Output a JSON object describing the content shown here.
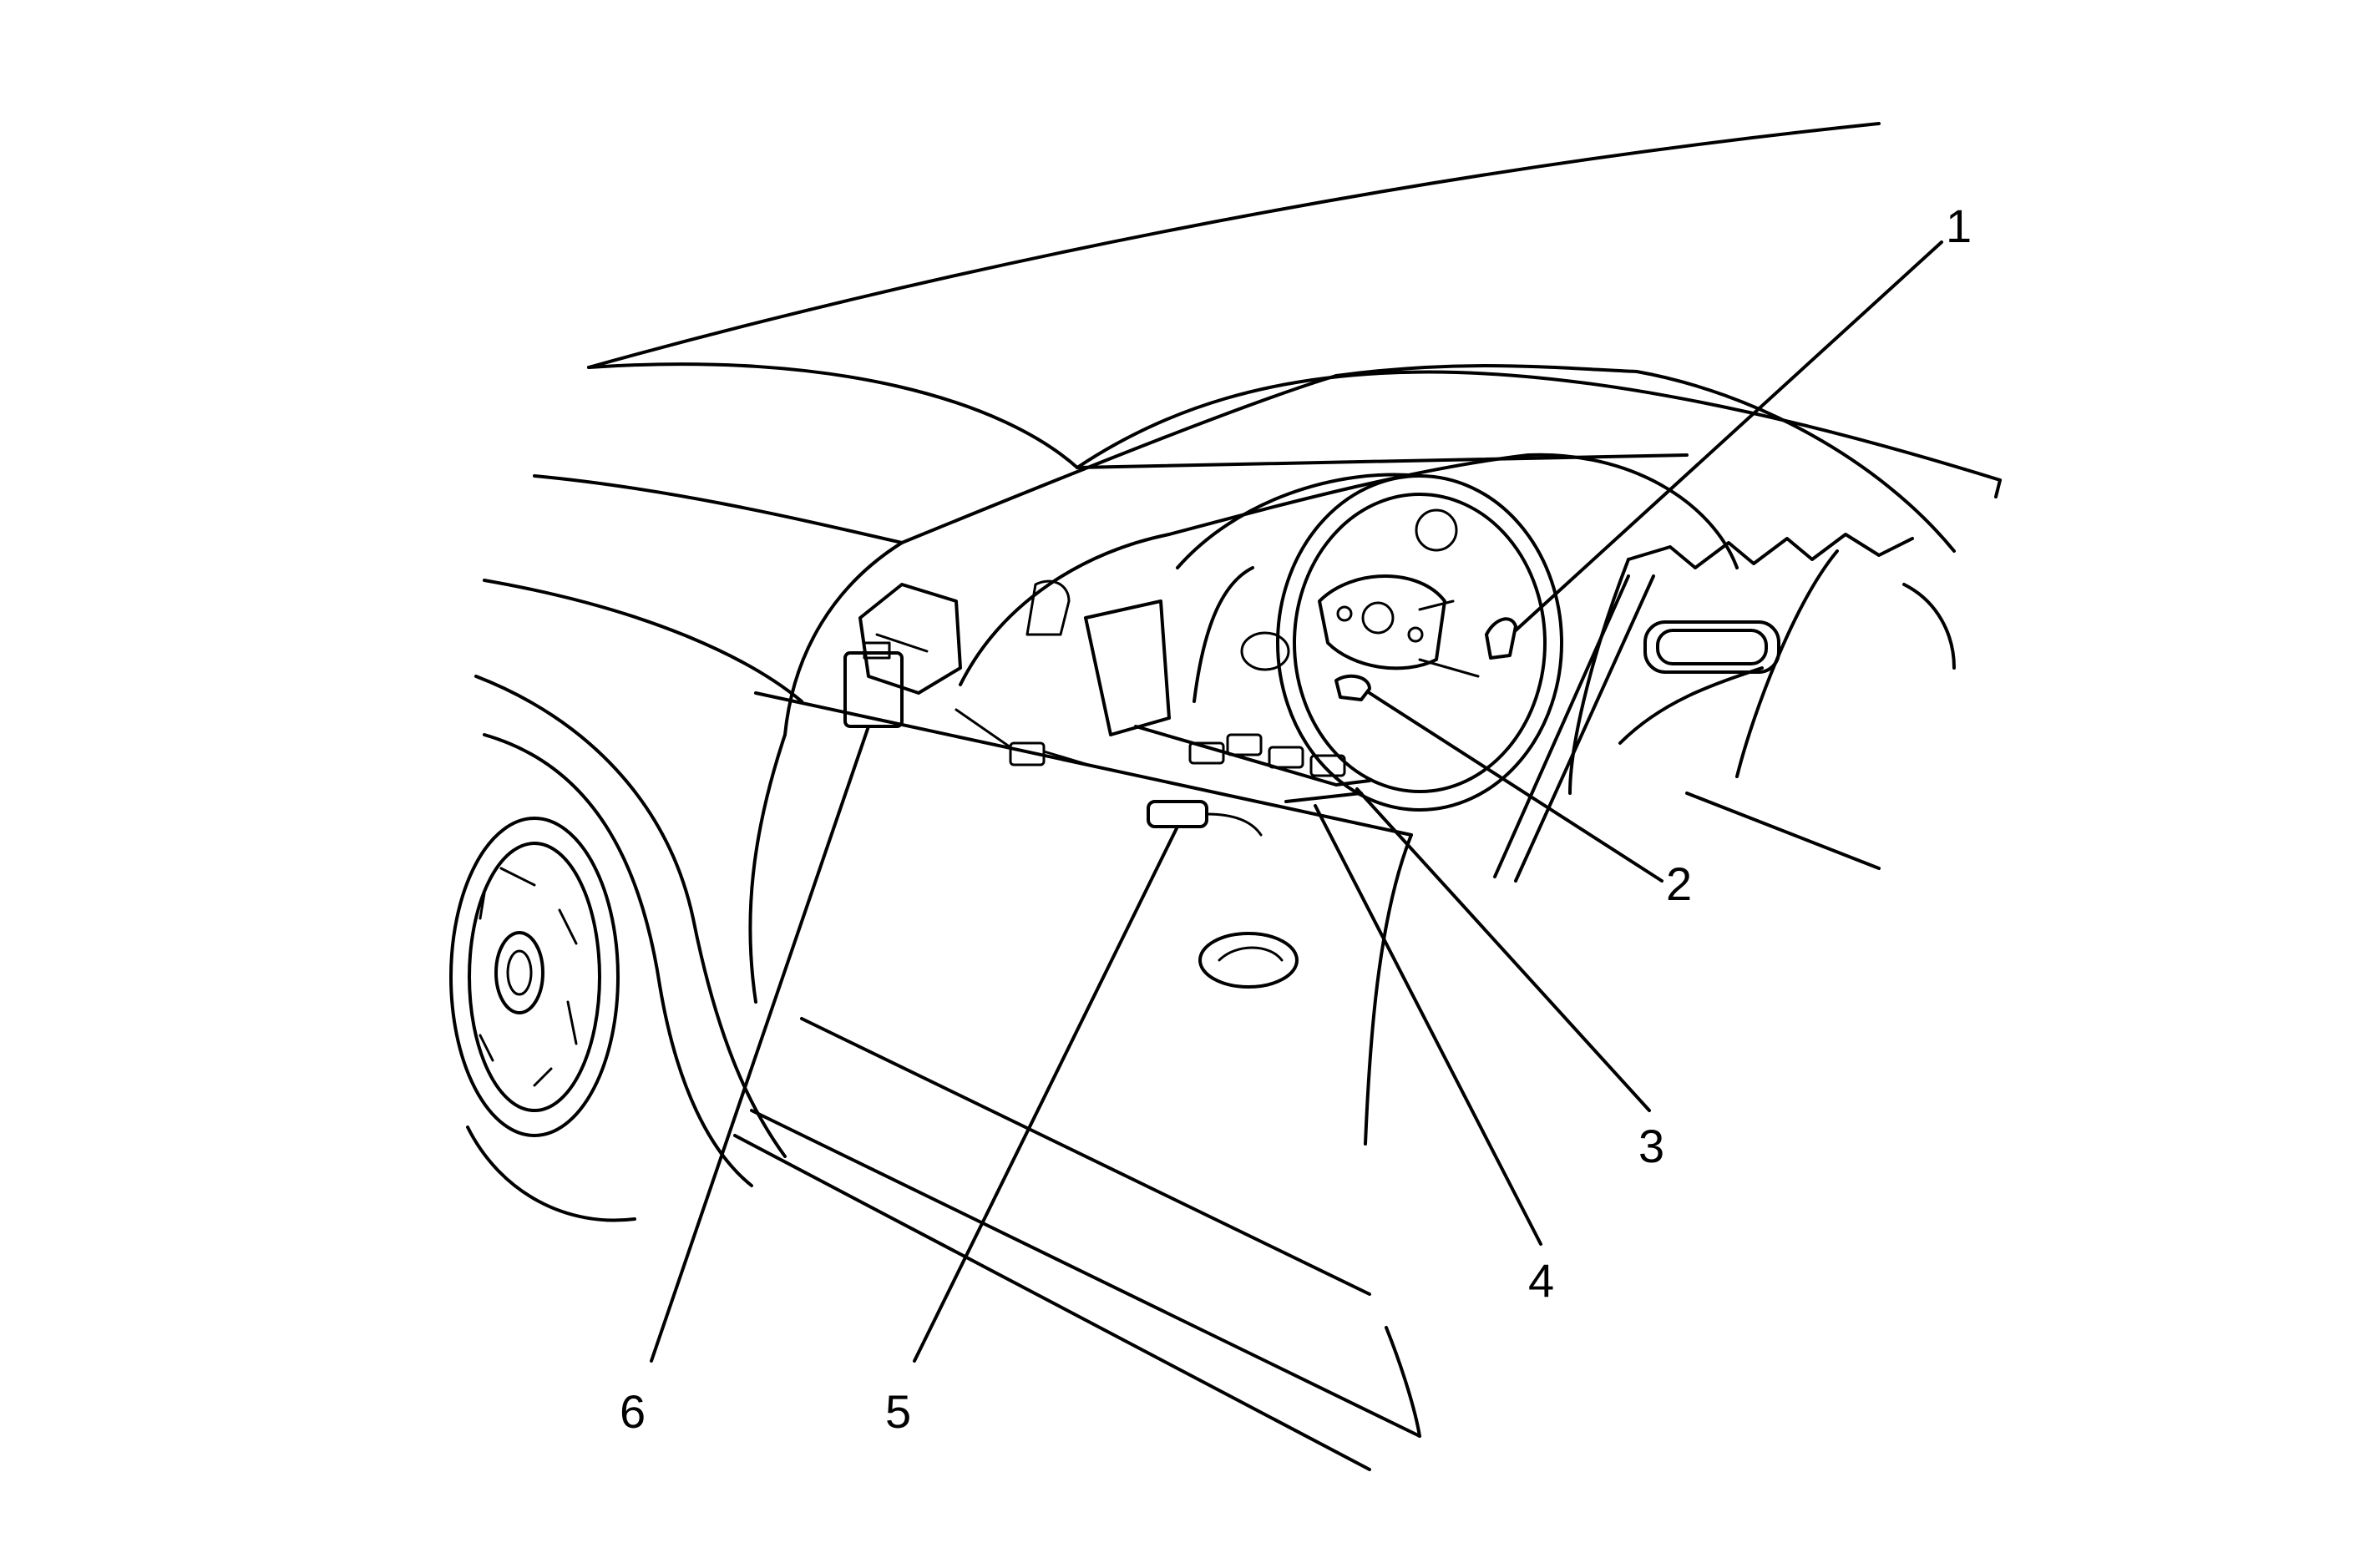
{
  "diagram": {
    "callouts": [
      {
        "id": "1",
        "label": "1"
      },
      {
        "id": "2",
        "label": "2"
      },
      {
        "id": "3",
        "label": "3"
      },
      {
        "id": "4",
        "label": "4"
      },
      {
        "id": "5",
        "label": "5"
      },
      {
        "id": "6",
        "label": "6"
      }
    ],
    "colors": {
      "ink": "#000000",
      "background": "#ffffff"
    }
  }
}
